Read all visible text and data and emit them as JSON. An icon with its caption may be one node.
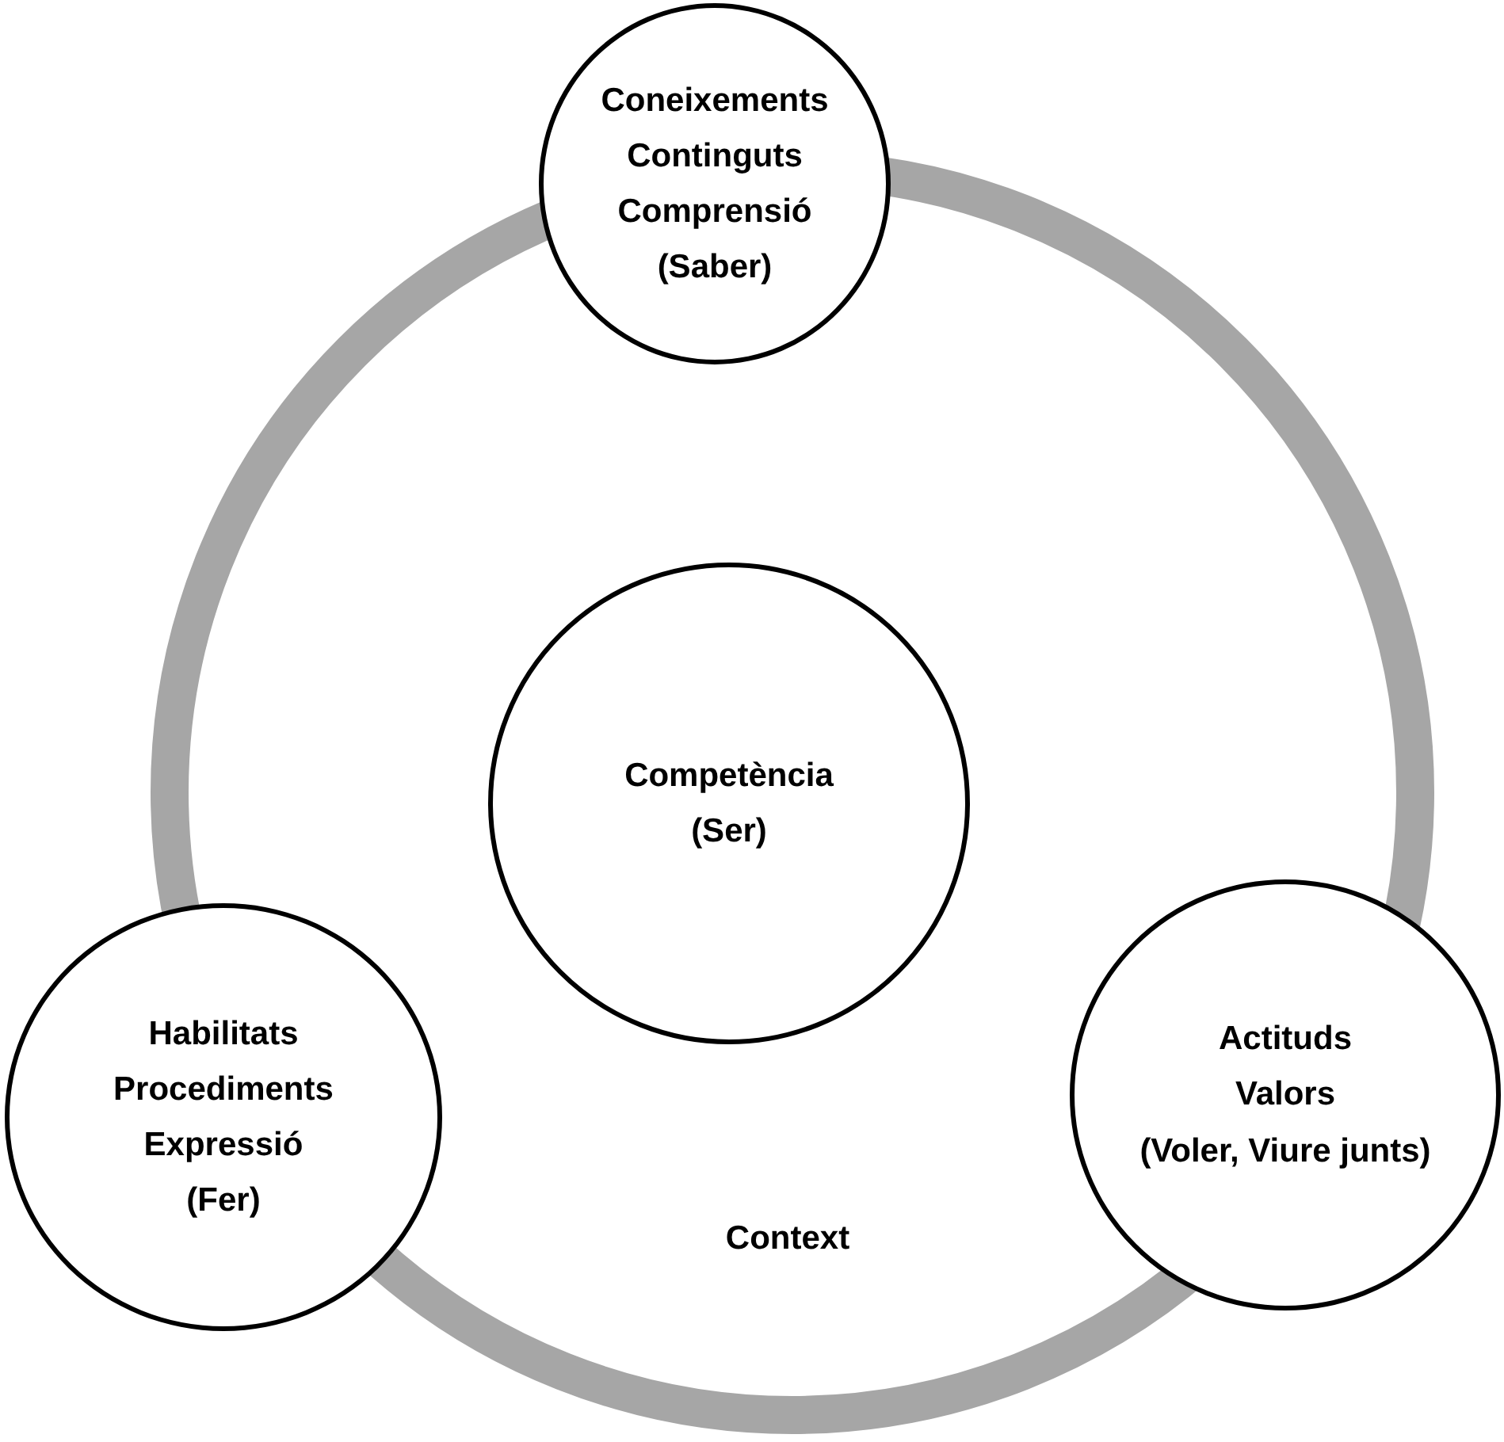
{
  "diagram": {
    "nodes": [
      {
        "text": [
          "Coneixements",
          "Continguts",
          "Comprensió",
          "(Saber)"
        ]
      },
      {
        "text": [
          "Context"
        ]
      },
      {
        "text": [
          "Competència",
          "(Ser)"
        ],
        "in": 1
      },
      {
        "text": [
          "Habilitats",
          "Procediments",
          "Expressió",
          "(Fer)"
        ]
      },
      {
        "text": [
          "Actituds",
          "Valors",
          "(Voler, Viure junts)"
        ]
      }
    ]
  }
}
